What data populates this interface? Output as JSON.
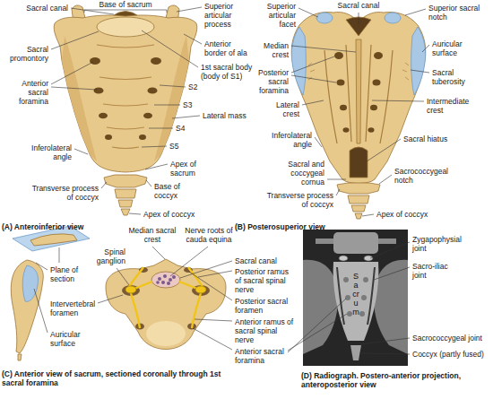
{
  "diagram": {
    "labels": [
      "Base of sacrum",
      "Sacral canal",
      "Sacral promontory",
      "Anterior sacral foramina",
      "Inferolateral angle",
      "Transverse process of coccyx",
      "Superior articular process",
      "Anterior border of ala",
      "1st sacral body (body of S1)",
      "S2",
      "S3",
      "Lateral mass",
      "S4",
      "S5",
      "Apex of sacrum",
      "Base of coccyx",
      "Apex of coccyx",
      "(A) Anteroinferior view",
      "Sacral canal",
      "Superior articular facet",
      "Median crest",
      "Posterior sacral foramina",
      "Lateral crest",
      "Inferolateral angle",
      "Sacral and coccygeal cornua",
      "Transverse process of coccyx",
      "Superior sacral notch",
      "Auricular surface",
      "Sacral tuberosity",
      "Intermediate crest",
      "Sacral hiatus",
      "Sacrococcygeal notch",
      "Apex of coccyx",
      "(B) Posterosuperior view",
      "Plane of section",
      "Intervertebral foramen",
      "Auricular surface",
      "Median sacral crest",
      "Nerve roots of cauda equina",
      "Spinal ganglion",
      "Sacral canal",
      "Posterior ramus of sacral spinal nerve",
      "Posterior sacral foramen",
      "Anterior ramus of sacral spinal nerve",
      "Anterior sacral foramina",
      "(C) Anterior view of sacrum, sectioned coronally through 1st sacral foramina",
      "Zygapophysial joint",
      "Sacro-iliac joint",
      "Sacrum",
      "Sacrococcygeal joint",
      "Coccyx (partly fused)",
      "(D) Radiograph. Postero-anterior projection, anteroposterior view"
    ]
  }
}
